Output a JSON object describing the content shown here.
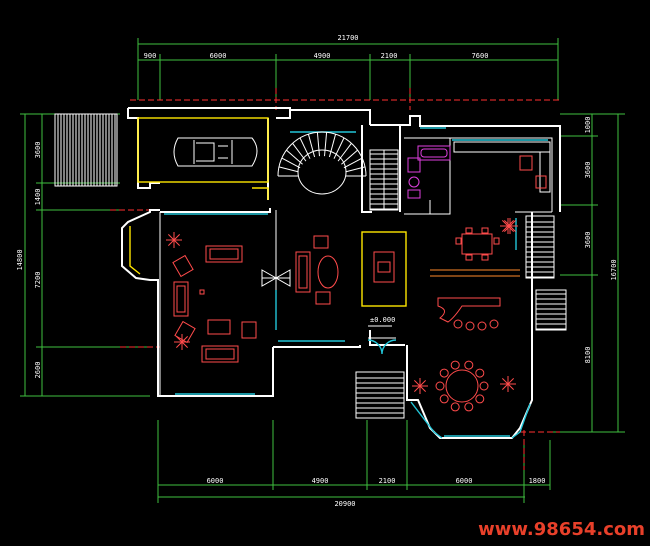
{
  "dimensions": {
    "top_total": "21700",
    "top_segments": [
      "900",
      "6000",
      "4900",
      "2100",
      "7600"
    ],
    "bottom_total": "20900",
    "bottom_segments": [
      "6000",
      "4900",
      "2100",
      "6000",
      "1800"
    ],
    "left_total": "14800",
    "left_segments": [
      "3600",
      "1400",
      "7200",
      "2600"
    ],
    "right_total": "16700",
    "right_segments": [
      "1000",
      "3600",
      "3600",
      "8100"
    ]
  },
  "level_mark": "±0.000",
  "watermark": "www.98654.com",
  "colors": {
    "background": "#000000",
    "dimension_lines": "#3fbf3f",
    "walls": "#ffffff",
    "windows": "#22c6d8",
    "furniture": "#ff4b4b",
    "axis_lines": "#ff3030",
    "watermark": "#e8402a"
  }
}
